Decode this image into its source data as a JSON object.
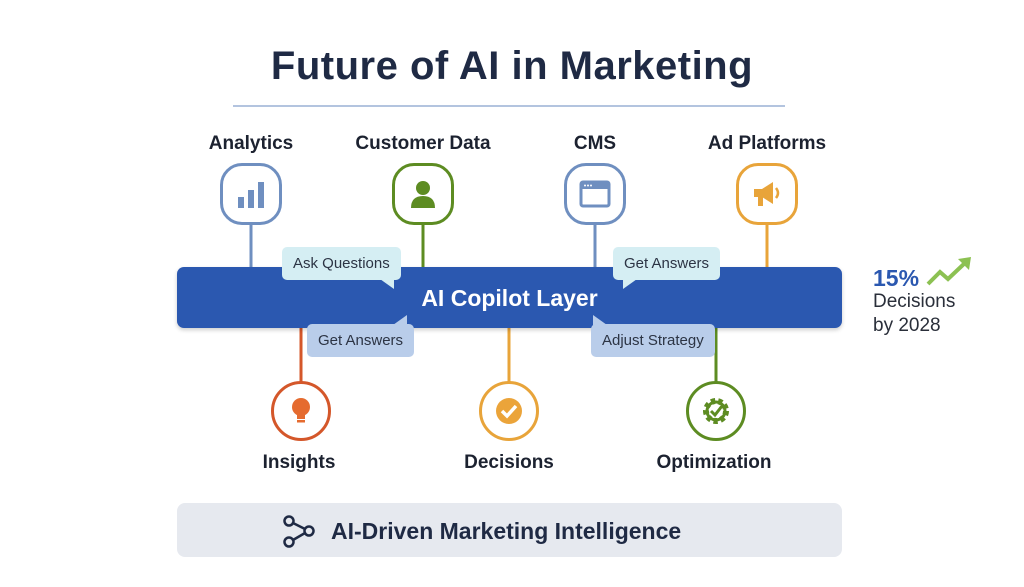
{
  "title": "Future of AI in Marketing",
  "sources": [
    {
      "label": "Analytics",
      "icon": "bar-chart-icon",
      "color": "#6f8fc0"
    },
    {
      "label": "Customer Data",
      "icon": "user-icon",
      "color": "#5d8c22"
    },
    {
      "label": "CMS",
      "icon": "browser-window-icon",
      "color": "#6f8fc0"
    },
    {
      "label": "Ad Platforms",
      "icon": "megaphone-icon",
      "color": "#e8a43a"
    }
  ],
  "core": {
    "label": "AI Copilot Layer",
    "color": "#2b58b0"
  },
  "bubbles": {
    "ask_questions": "Ask Questions",
    "get_answers_top": "Get Answers",
    "get_answers_bottom": "Get Answers",
    "adjust_strategy": "Adjust Strategy"
  },
  "outputs": [
    {
      "label": "Insights",
      "icon": "lightbulb-icon",
      "color": "#d4572a"
    },
    {
      "label": "Decisions",
      "icon": "checkmark-icon",
      "color": "#e8a43a"
    },
    {
      "label": "Optimization",
      "icon": "gear-icon",
      "color": "#5d8c22"
    }
  ],
  "stat": {
    "value": "15%",
    "line1": "Decisions",
    "line2": "by 2028",
    "trend_icon": "trend-up-arrow-icon"
  },
  "footer": {
    "label": "AI-Driven Marketing Intelligence",
    "icon": "network-share-icon"
  }
}
